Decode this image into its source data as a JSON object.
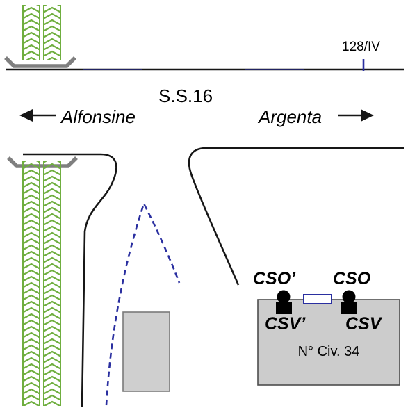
{
  "diagram": {
    "road_label": "S.S.16",
    "destination_left": "Alfonsine",
    "destination_right": "Argenta",
    "km_marker": "128/IV",
    "building_label": "N° Civ. 34",
    "survey_points": {
      "cso_prime": "CSO’",
      "cso": "CSO",
      "csv_prime": "CSV’",
      "csv": "CSV"
    }
  },
  "colors": {
    "vegetation_green": "#6fae3f",
    "path_blue": "#2a2fa0",
    "bracket_gray": "#7f7f7f",
    "building_fill": "#cccccc",
    "building_fill_small": "#cfcfcf",
    "line_black": "#161616"
  }
}
